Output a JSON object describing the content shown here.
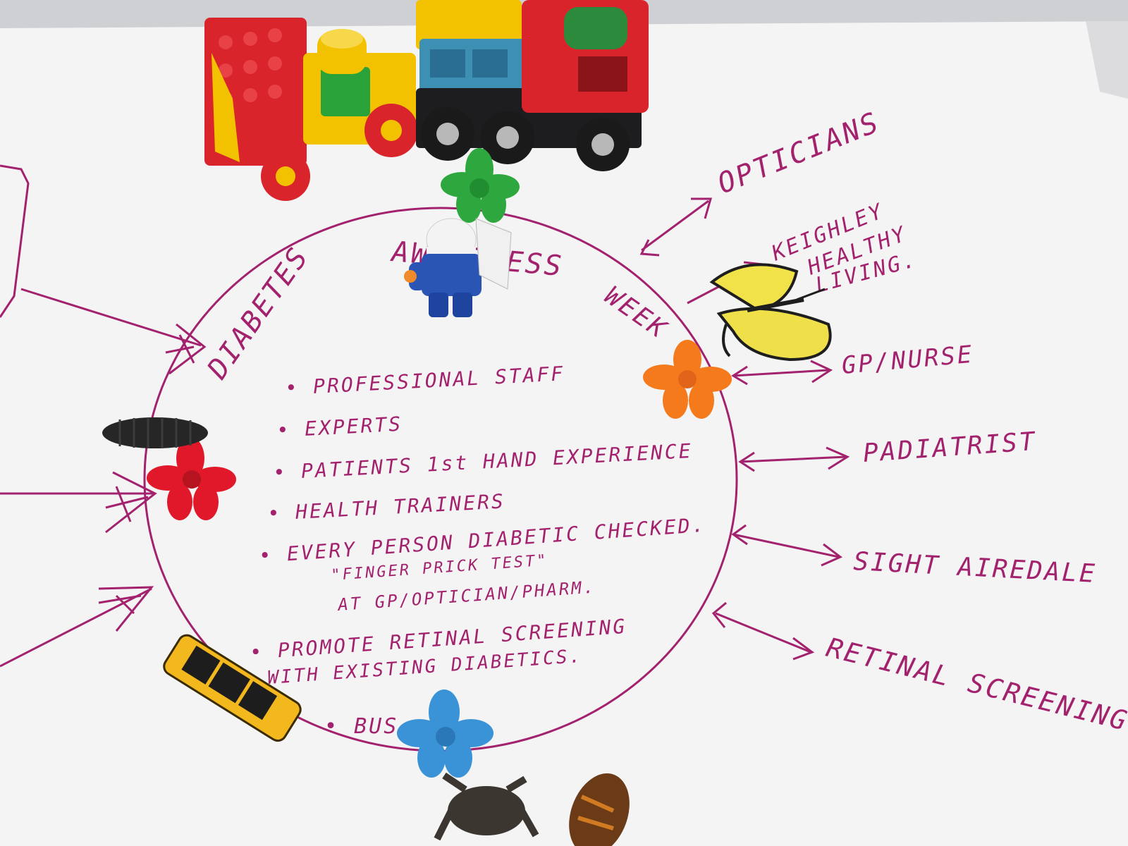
{
  "colors": {
    "ink": "#a3226e",
    "paper": "#f4f4f5",
    "red_brick": "#d9242b",
    "yellow_brick": "#f2c200",
    "green_brick": "#2aa23a",
    "orange_flower": "#f57a1c",
    "red_flower": "#e0182a",
    "blue_flower": "#3a93d6",
    "green_flower": "#2ea83e"
  },
  "objects": [
    "toy-truck",
    "worker-figure",
    "butterfly",
    "caterpillar",
    "toy-car",
    "frog",
    "snail",
    "flowers"
  ],
  "title": {
    "word1": "DIABETES",
    "word2": "AWARENESS",
    "word3": "WEEK"
  },
  "bullets": [
    "• PROFESSIONAL STAFF",
    "• EXPERTS",
    "• PATIENTS 1st HAND EXPERIENCE",
    "• HEALTH TRAINERS",
    "• EVERY PERSON DIABETIC CHECKED."
  ],
  "finger": {
    "line1": "\"FINGER PRICK TEST\"",
    "line2": "AT GP/OPTICIAN/PHARM."
  },
  "retinal": {
    "line1": "• PROMOTE RETINAL SCREENING",
    "line2": "WITH EXISTING DIABETICS."
  },
  "bus": "• BUS",
  "outer": {
    "opticians": "OPTICIANS",
    "keighley1": "KEIGHLEY",
    "keighley2": "HEALTHY",
    "keighley3": "LIVING.",
    "gp": "GP/NURSE",
    "podiatrist": "PADIATRIST",
    "sight": "SIGHT AIREDALE",
    "screening": "RETINAL SCREENING"
  }
}
